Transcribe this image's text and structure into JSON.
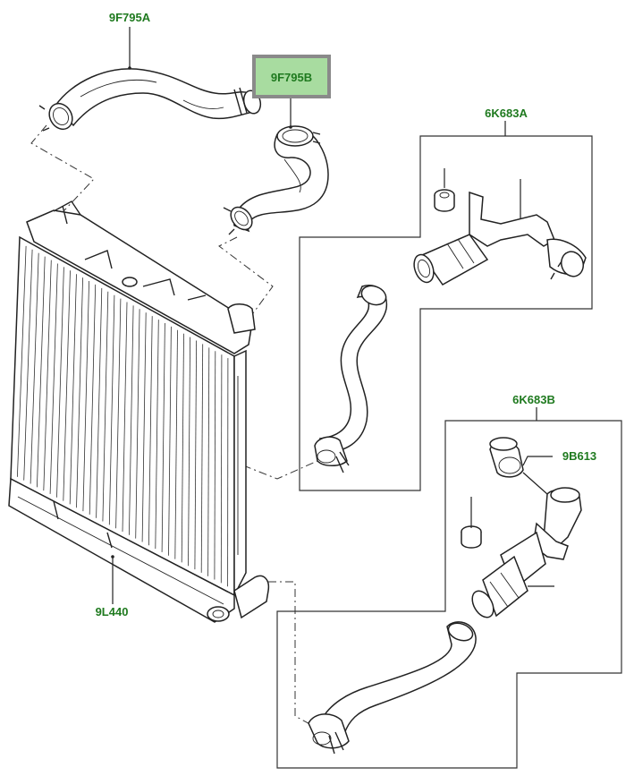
{
  "labels": {
    "hose_upper_left": "9F795A",
    "hose_upper_right": "9F795B",
    "assembly_a": "6K683A",
    "assembly_b": "6K683B",
    "elbow_b": "9B613",
    "intercooler": "9L440"
  },
  "colors": {
    "label_text": "#1f7a1f",
    "highlight_fill": "#a8dca0",
    "highlight_border": "#8a8a8a",
    "line": "#222222"
  }
}
